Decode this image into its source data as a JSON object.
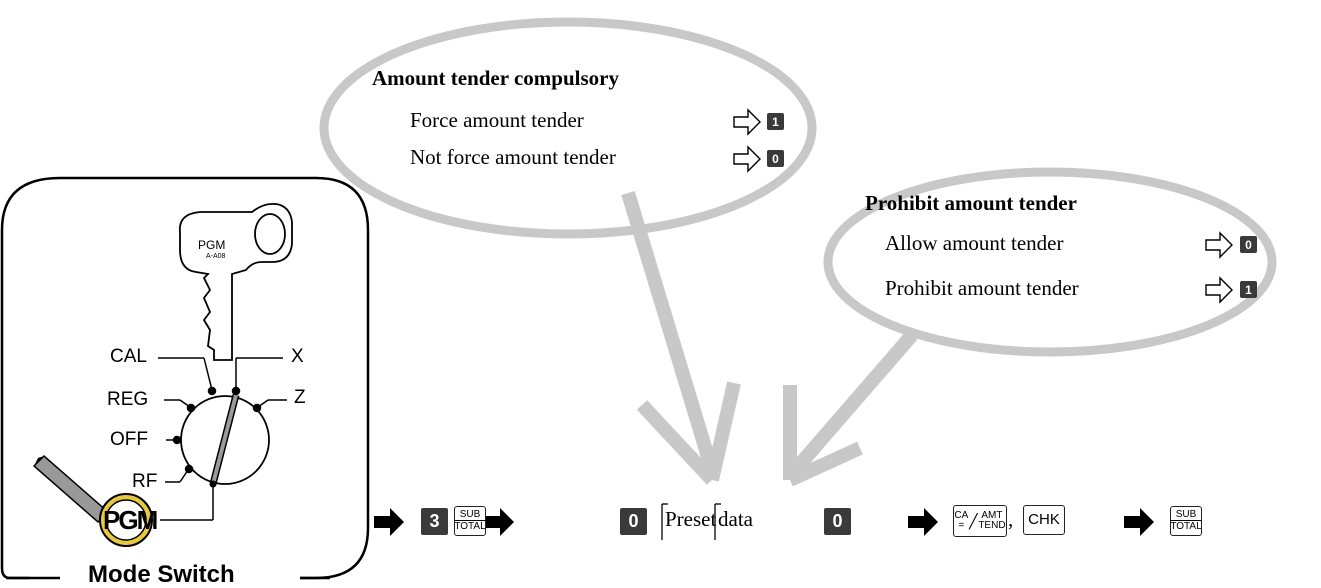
{
  "callout_force": {
    "title": "Amount tender compulsory",
    "options": [
      {
        "label": "Force amount tender",
        "key": "1"
      },
      {
        "label": "Not force amount tender",
        "key": "0"
      }
    ]
  },
  "callout_prohibit": {
    "title": "Prohibit amount tender",
    "options": [
      {
        "label": "Allow amount tender",
        "key": "0"
      },
      {
        "label": "Prohibit amount tender",
        "key": "1"
      }
    ]
  },
  "mode_switch": {
    "caption": "Mode Switch",
    "key_label": "PGM",
    "key_code": "A-A08",
    "positions": [
      "CAL",
      "X",
      "REG",
      "Z",
      "OFF",
      "RF"
    ],
    "selected": "PGM"
  },
  "sequence": {
    "key_3": "3",
    "subtotal_top": "SUB",
    "subtotal_bottom": "TOTAL",
    "key_0a": "0",
    "preset_left": "Preset",
    "preset_right": "data",
    "key_0b": "0",
    "ca_top": "CA",
    "ca_top2": "AMT",
    "ca_bottom": "=",
    "ca_bottom2": "TEND",
    "separator": ",",
    "chk": "CHK",
    "final_top": "SUB",
    "final_bottom": "TOTAL"
  },
  "colors": {
    "callout_gray": "#c8c8c8",
    "key_dark": "#3a3a3a"
  }
}
